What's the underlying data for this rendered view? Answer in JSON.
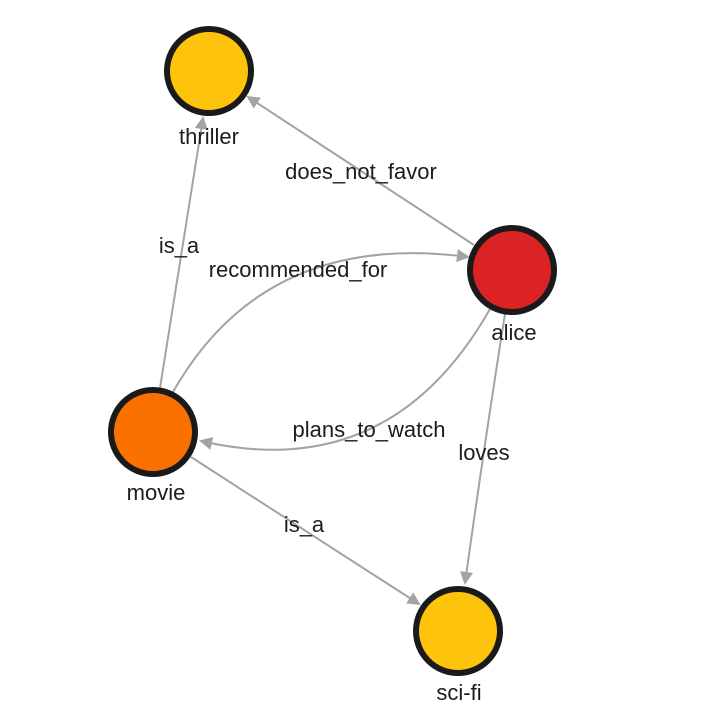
{
  "graph": {
    "background_color": "#ffffff",
    "edge_color": "#a3a3a3",
    "node_border_color": "#1a1a1a",
    "label_color": "#1c1c1c",
    "nodes": [
      {
        "id": "thriller",
        "label": "thriller",
        "color": "#FEC30B"
      },
      {
        "id": "alice",
        "label": "alice",
        "color": "#DB2323"
      },
      {
        "id": "movie",
        "label": "movie",
        "color": "#FB7100"
      },
      {
        "id": "sci-fi",
        "label": "sci-fi",
        "color": "#FEC30B"
      }
    ],
    "edges": [
      {
        "from": "movie",
        "to": "thriller",
        "label": "is_a"
      },
      {
        "from": "alice",
        "to": "thriller",
        "label": "does_not_favor"
      },
      {
        "from": "movie",
        "to": "alice",
        "label": "recommended_for"
      },
      {
        "from": "alice",
        "to": "movie",
        "label": "plans_to_watch"
      },
      {
        "from": "alice",
        "to": "sci-fi",
        "label": "loves"
      },
      {
        "from": "movie",
        "to": "sci-fi",
        "label": "is_a"
      }
    ]
  }
}
